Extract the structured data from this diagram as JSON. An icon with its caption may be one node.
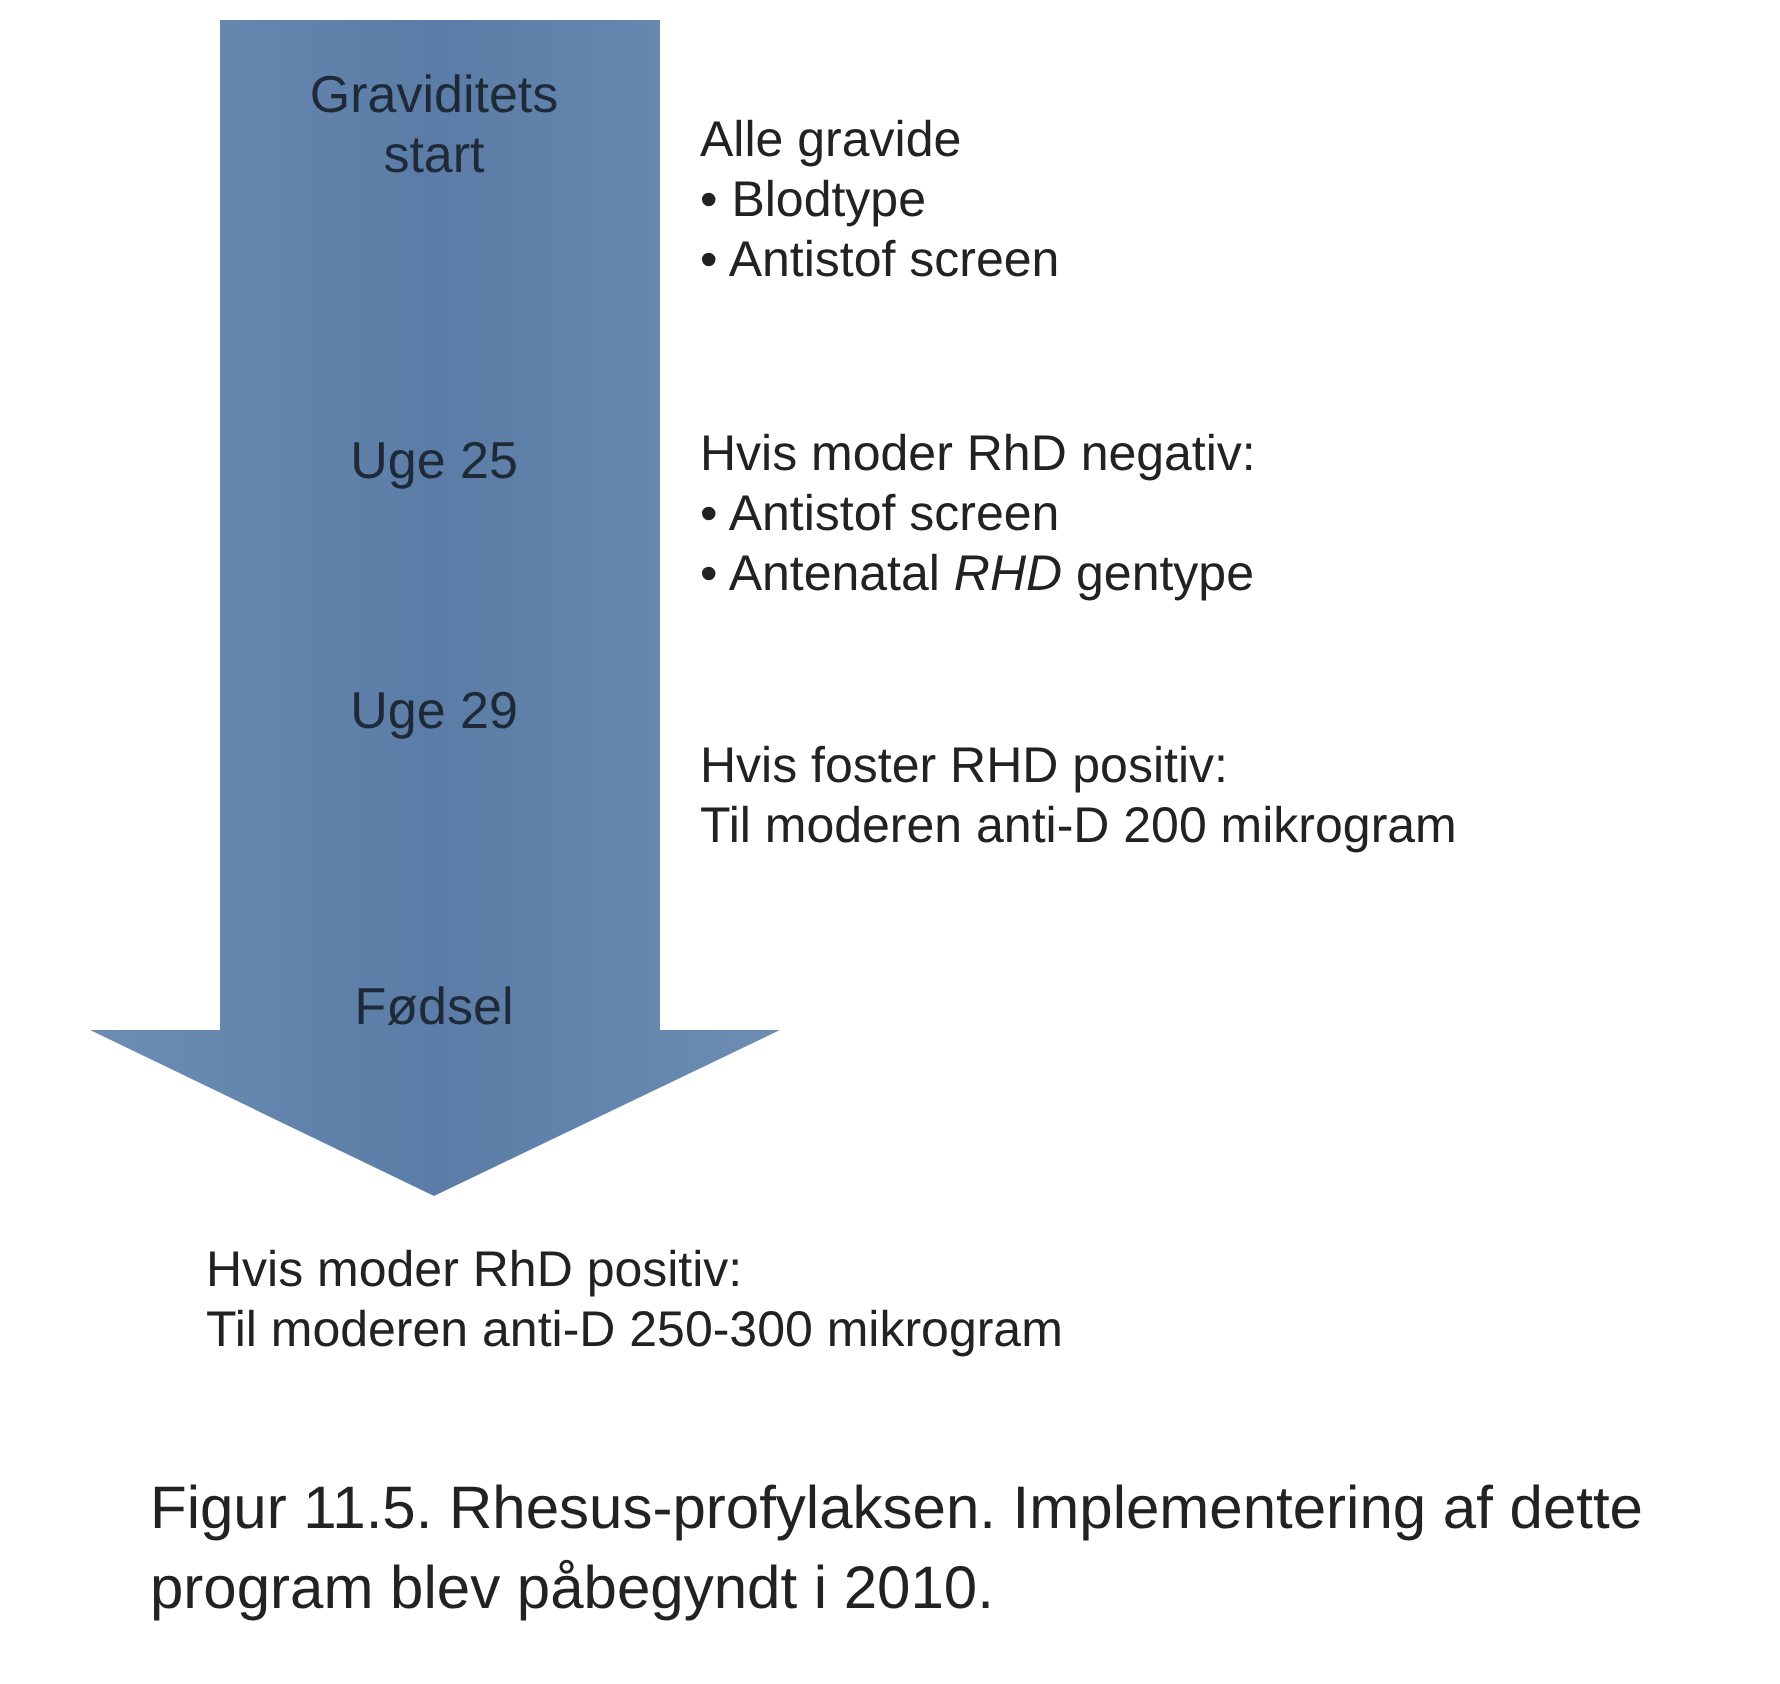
{
  "diagram": {
    "caption": "Figur 11.5. Rhesus-profylaksen. Implementering af dette program blev påbegyndt i 2010.",
    "nodes": [
      {
        "text": [
          "Graviditets start",
          "Uge 25",
          "Uge 29",
          "Fødsel"
        ]
      }
    ],
    "labels": [
      "Alle gravide",
      "• Blodtype",
      "• Antistof screen",
      "Hvis moder RhD negativ:",
      "• Antistof screen",
      "• Antenatal *RHD* gentype",
      "Hvis foster RHD positiv:",
      "Til moderen anti-D 200 mikrogram",
      "Hvis moder RhD positiv:",
      "Til moderen anti-D 250-300 mikrogram"
    ]
  }
}
